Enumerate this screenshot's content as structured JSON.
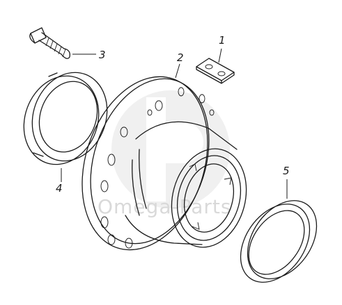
{
  "watermark": {
    "text": "Omega-Parts",
    "color": "#d9d9d9"
  },
  "callouts": [
    {
      "id": "plate",
      "label": "1"
    },
    {
      "id": "hub",
      "label": "2"
    },
    {
      "id": "bolt",
      "label": "3"
    },
    {
      "id": "outer-ring",
      "label": "4"
    },
    {
      "id": "inner-ring",
      "label": "5"
    }
  ],
  "colors": {
    "line": "#1a1a1a",
    "background": "#ffffff"
  }
}
